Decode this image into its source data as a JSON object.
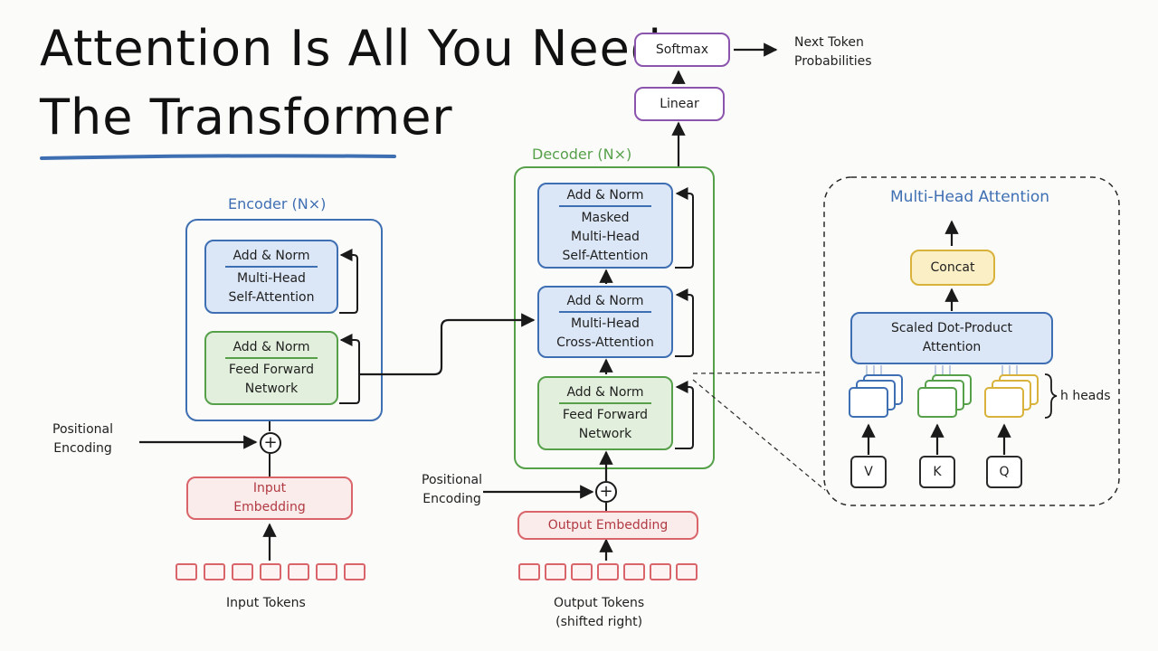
{
  "title": {
    "line1": "Attention Is All You Need:",
    "line2": "The Transformer"
  },
  "colors": {
    "encoder": "#3f6fb3",
    "decoder": "#56a04a",
    "embedding": "#d9646a",
    "output_head": "#8b55ad",
    "concat": "#d8b23a"
  },
  "encoder": {
    "label": "Encoder (N×)",
    "attention_block": {
      "add_norm": "Add & Norm",
      "line1": "Multi-Head",
      "line2": "Self-Attention"
    },
    "ffn_block": {
      "add_norm": "Add & Norm",
      "line1": "Feed Forward",
      "line2": "Network"
    },
    "positional_encoding": {
      "line1": "Positional",
      "line2": "Encoding"
    },
    "embedding": {
      "line1": "Input",
      "line2": "Embedding"
    },
    "tokens_label": "Input Tokens",
    "add_symbol": "+"
  },
  "decoder": {
    "label": "Decoder (N×)",
    "masked_block": {
      "add_norm": "Add & Norm",
      "line1": "Masked",
      "line2": "Multi-Head",
      "line3": "Self-Attention"
    },
    "cross_block": {
      "add_norm": "Add & Norm",
      "line1": "Multi-Head",
      "line2": "Cross-Attention"
    },
    "ffn_block": {
      "add_norm": "Add & Norm",
      "line1": "Feed Forward",
      "line2": "Network"
    },
    "positional_encoding": {
      "line1": "Positional",
      "line2": "Encoding"
    },
    "embedding": "Output Embedding",
    "tokens_label": {
      "line1": "Output Tokens",
      "line2": "(shifted right)"
    },
    "add_symbol": "+"
  },
  "output_head": {
    "softmax": "Softmax",
    "linear": "Linear",
    "result": {
      "line1": "Next Token",
      "line2": "Probabilities"
    }
  },
  "mha_detail": {
    "title": "Multi-Head Attention",
    "concat": "Concat",
    "sdpa": {
      "line1": "Scaled Dot-Product",
      "line2": "Attention"
    },
    "heads_label": "h heads",
    "inputs": [
      "V",
      "K",
      "Q"
    ]
  }
}
